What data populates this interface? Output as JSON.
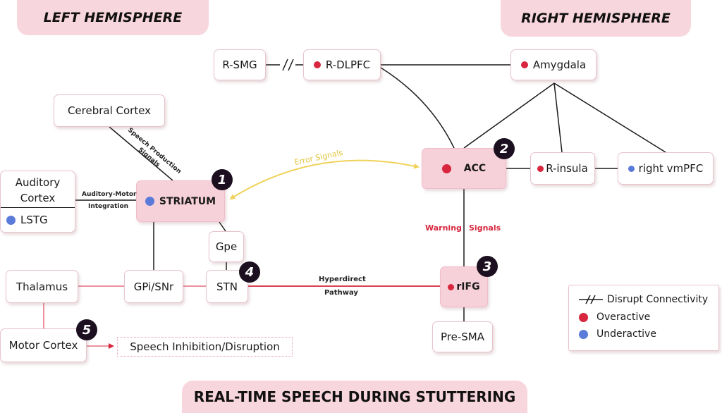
{
  "banners": {
    "left": "LEFT HEMISPHERE",
    "right": "RIGHT HEMISPHERE",
    "bottom": "REAL-TIME SPEECH DURING STUTTERING"
  },
  "nodes": {
    "r_smg": "R-SMG",
    "r_dlpfc": "R-DLPFC",
    "amygdala": "Amygdala",
    "cerebral_cortex": "Cerebral Cortex",
    "auditory_cortex": "Auditory Cortex",
    "lstg": "LSTG",
    "striatum": "STRIATUM",
    "acc": "ACC",
    "r_insula": "R-insula",
    "right_vmpfc": "right vmPFC",
    "gpe": "Gpe",
    "thalamus": "Thalamus",
    "gpi_snr": "GPi/SNr",
    "stn": "STN",
    "rifg": "rIFG",
    "motor_cortex": "Motor Cortex",
    "speech_inhibition": "Speech Inhibition/Disruption",
    "pre_sma": "Pre-SMA"
  },
  "badges": [
    "1",
    "2",
    "3",
    "4",
    "5"
  ],
  "edge_labels": {
    "speech_production": "Speech Production Signals",
    "auditory_motor_1": "Auditory-Motor",
    "auditory_motor_2": "Integration",
    "error_signals": "Error Signals",
    "warning": "Warning",
    "signals": "Signals",
    "hyperdirect": "Hyperdirect",
    "pathway": "Pathway"
  },
  "legend": {
    "disrupt": "Disrupt Connectivity",
    "overactive": "Overactive",
    "underactive": "Underactive"
  },
  "colors": {
    "overactive": "#d7263d",
    "underactive": "#5b7bdb",
    "error_signal_arrow": "#f0d25a",
    "inhibitory_pathway": "#d7263d"
  }
}
